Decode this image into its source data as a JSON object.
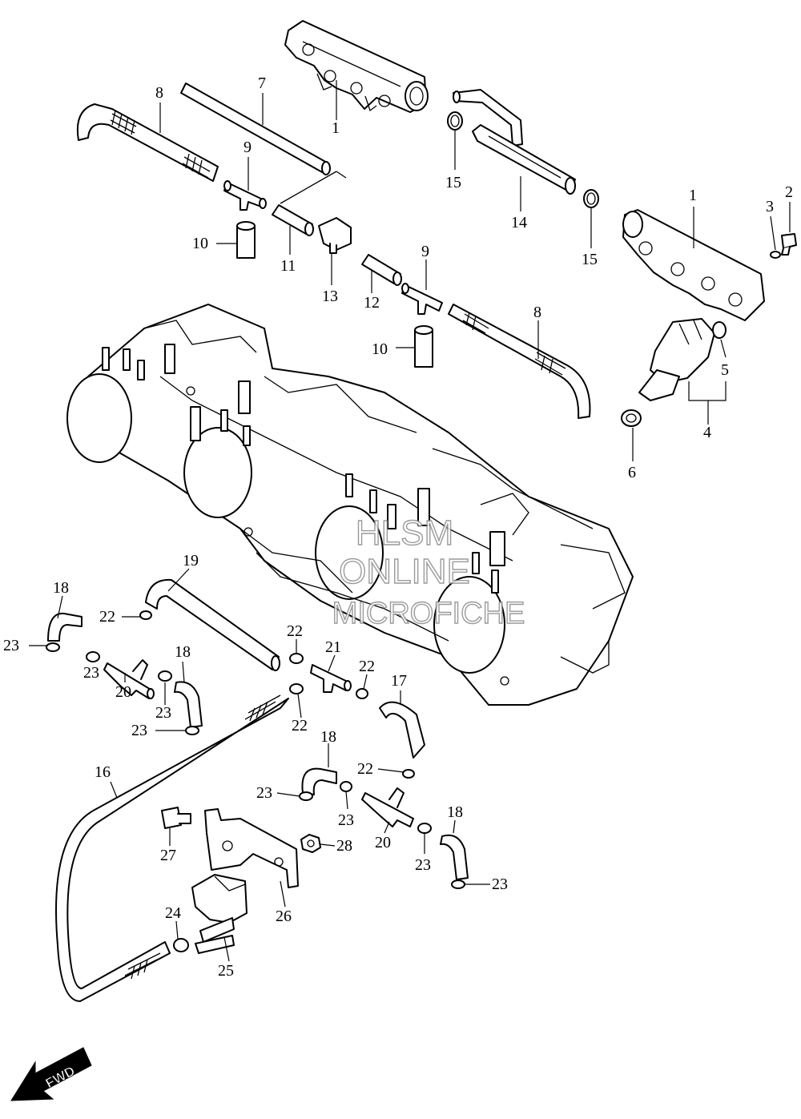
{
  "diagram": {
    "callouts": [
      "1",
      "1",
      "2",
      "3",
      "4",
      "5",
      "6",
      "7",
      "8",
      "8",
      "9",
      "9",
      "10",
      "10",
      "11",
      "12",
      "13",
      "14",
      "15",
      "15",
      "16",
      "17",
      "18",
      "18",
      "18",
      "18",
      "19",
      "20",
      "20",
      "21",
      "22",
      "22",
      "22",
      "22",
      "22",
      "23",
      "23",
      "23",
      "23",
      "23",
      "23",
      "23",
      "23",
      "24",
      "25",
      "26",
      "27",
      "28"
    ]
  },
  "watermark": {
    "line1": "HLSM",
    "line2": "ONLINE",
    "line3": "MICROFICHE"
  },
  "direction_arrow": {
    "label": "FWD"
  }
}
